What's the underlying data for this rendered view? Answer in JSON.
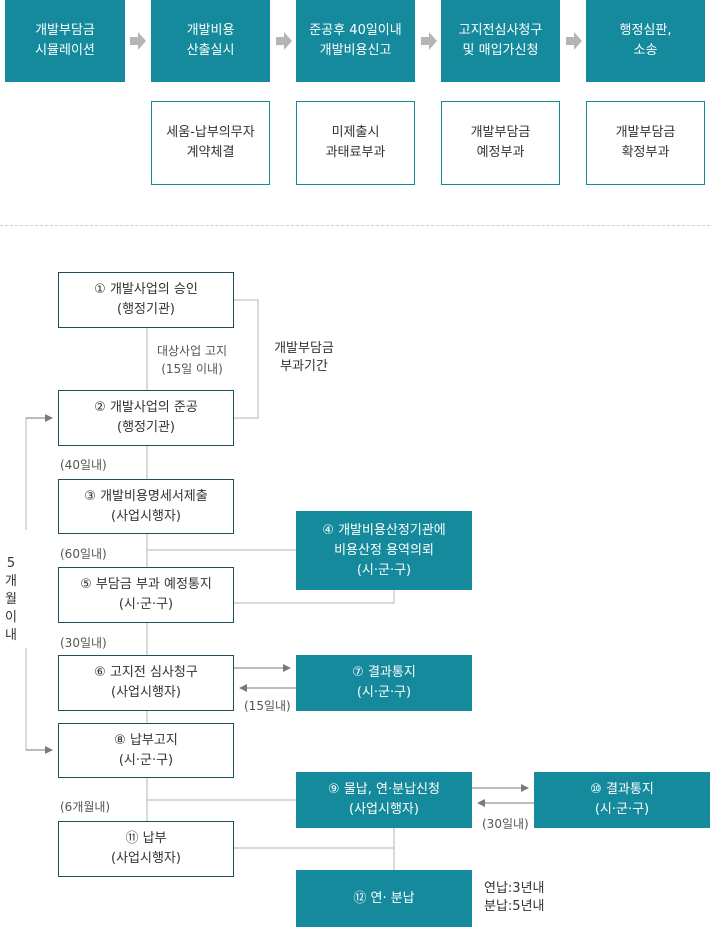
{
  "top_process": {
    "steps": [
      {
        "line1": "개발부담금",
        "line2": "시뮬레이션"
      },
      {
        "line1": "개발비용",
        "line2": "산출실시"
      },
      {
        "line1": "준공후 40일이내",
        "line2": "개발비용신고"
      },
      {
        "line1": "고지전심사청구",
        "line2": "및 매입가신청"
      },
      {
        "line1": "행정심판,",
        "line2": "소송"
      }
    ],
    "results": [
      {
        "line1": "세움-납부의무자",
        "line2": "계약체결"
      },
      {
        "line1": "미제출시",
        "line2": "과태료부과"
      },
      {
        "line1": "개발부담금",
        "line2": "예정부과"
      },
      {
        "line1": "개발부담금",
        "line2": "확정부과"
      }
    ]
  },
  "flow": {
    "nodes": {
      "n1": {
        "line1": "① 개발사업의 승인",
        "line2": "(행정기관)"
      },
      "n2": {
        "line1": "② 개발사업의 준공",
        "line2": "(행정기관)"
      },
      "n3": {
        "line1": "③ 개발비용명세서제출",
        "line2": "(사업시행자)"
      },
      "n4": {
        "line1": "④ 개발비용산정기관에",
        "line2": "비용산정 용역의뢰",
        "line3": "(시·군·구)"
      },
      "n5": {
        "line1": "⑤ 부담금 부과 예정통지",
        "line2": "(시·군·구)"
      },
      "n6": {
        "line1": "⑥ 고지전 심사청구",
        "line2": "(사업시행자)"
      },
      "n7": {
        "line1": "⑦ 결과통지",
        "line2": "(시·군·구)"
      },
      "n8": {
        "line1": "⑧ 납부고지",
        "line2": "(시·군·구)"
      },
      "n9": {
        "line1": "⑨ 물납, 연·분납신청",
        "line2": "(사업시행자)"
      },
      "n10": {
        "line1": "⑩ 결과통지",
        "line2": "(시·군·구)"
      },
      "n11": {
        "line1": "⑪ 납부",
        "line2": "(사업시행자)"
      },
      "n12": {
        "line1": "⑫ 연· 분납"
      }
    },
    "labels": {
      "notice_line1": "대상사업 고지",
      "notice_line2": "(15일 이내)",
      "period_line1": "개발부담금",
      "period_line2": "부과기간",
      "d40": "(40일내)",
      "d60": "(60일내)",
      "d30": "(30일내)",
      "d15": "(15일내)",
      "m6": "(6개월내)",
      "d30b": "(30일내)",
      "five_months": [
        "5",
        "개",
        "월",
        "이",
        "내"
      ],
      "installment_line1": "연납:3년내",
      "installment_line2": "분납:5년내"
    }
  },
  "colors": {
    "accent": "#148a9c",
    "line": "#b5b5b5",
    "outline_dark": "#1f4f5a"
  }
}
